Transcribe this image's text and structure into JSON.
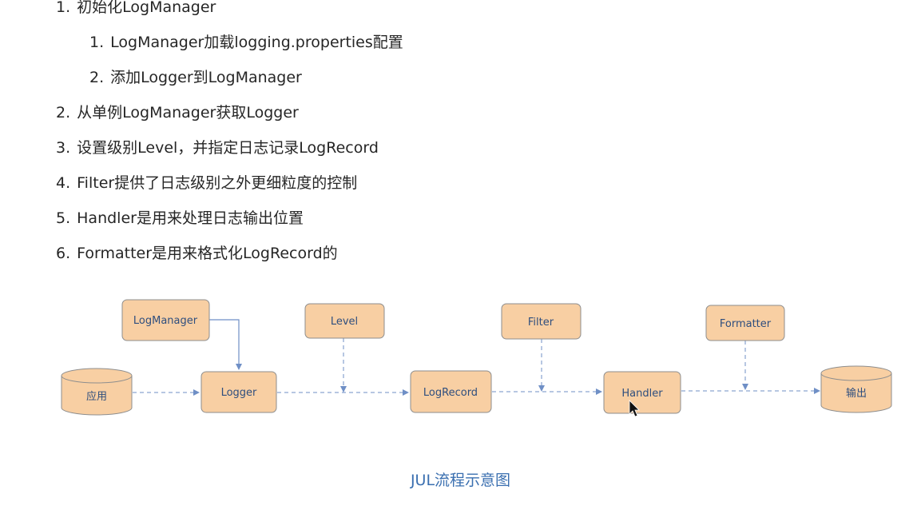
{
  "steps": [
    {
      "num": "1.",
      "text": "初始化LogManager",
      "level": 0
    },
    {
      "num": "1.",
      "text": "LogManager加载logging.properties配置",
      "level": 1
    },
    {
      "num": "2.",
      "text": "添加Logger到LogManager",
      "level": 1
    },
    {
      "num": "2.",
      "text": "从单例LogManager获取Logger",
      "level": 0
    },
    {
      "num": "3.",
      "text": "设置级别Level，并指定日志记录LogRecord",
      "level": 0
    },
    {
      "num": "4.",
      "text": "Filter提供了日志级别之外更细粒度的控制",
      "level": 0
    },
    {
      "num": "5.",
      "text": "Handler是用来处理日志输出位置",
      "level": 0
    },
    {
      "num": "6.",
      "text": "Formatter是用来格式化LogRecord的",
      "level": 0
    }
  ],
  "diagram": {
    "nodes": {
      "app": "应用",
      "logmanager": "LogManager",
      "logger": "Logger",
      "level": "Level",
      "logrecord": "LogRecord",
      "filter": "Filter",
      "handler": "Handler",
      "formatter": "Formatter",
      "output": "输出"
    },
    "colors": {
      "node_fill": "#f8cfa3",
      "node_stroke": "#8e8e8e",
      "arrow": "#6f8fc6",
      "label": "#2e4e7e",
      "caption": "#3a6fb0"
    },
    "caption": "JUL流程示意图"
  }
}
